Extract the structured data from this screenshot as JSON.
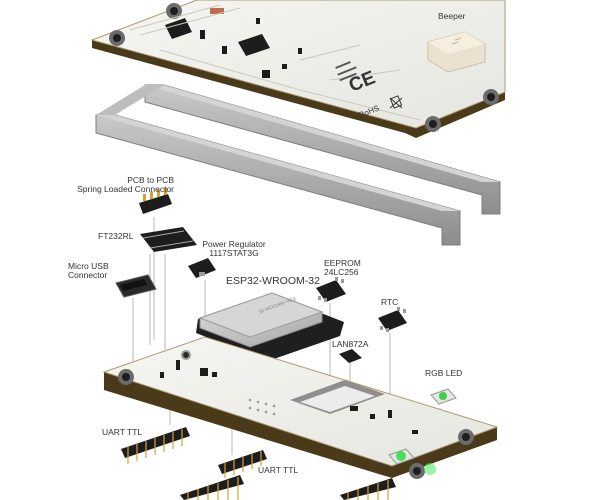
{
  "labels": {
    "beeper": "Beeper",
    "pcb_connector": [
      "PCB to PCB",
      "Spring Loaded Connector"
    ],
    "ft232rl": "FT232RL",
    "power_regulator": [
      "Power Regulator",
      "1117STAT3G"
    ],
    "micro_usb": [
      "Micro USB",
      "Connector"
    ],
    "eeprom": [
      "EEPROM",
      "24LC256"
    ],
    "esp32": "ESP32-WROOM-32",
    "rtc": "RTC",
    "lan": "LAN872A",
    "rgb_led": "RGB LED",
    "uart_ttl_1": "UART TTL",
    "uart_ttl_2": "UART TTL"
  },
  "board_markings": {
    "ce": "CE",
    "rohs": "RoHS",
    "esp_module_text": "ESP-WROOM-32"
  }
}
